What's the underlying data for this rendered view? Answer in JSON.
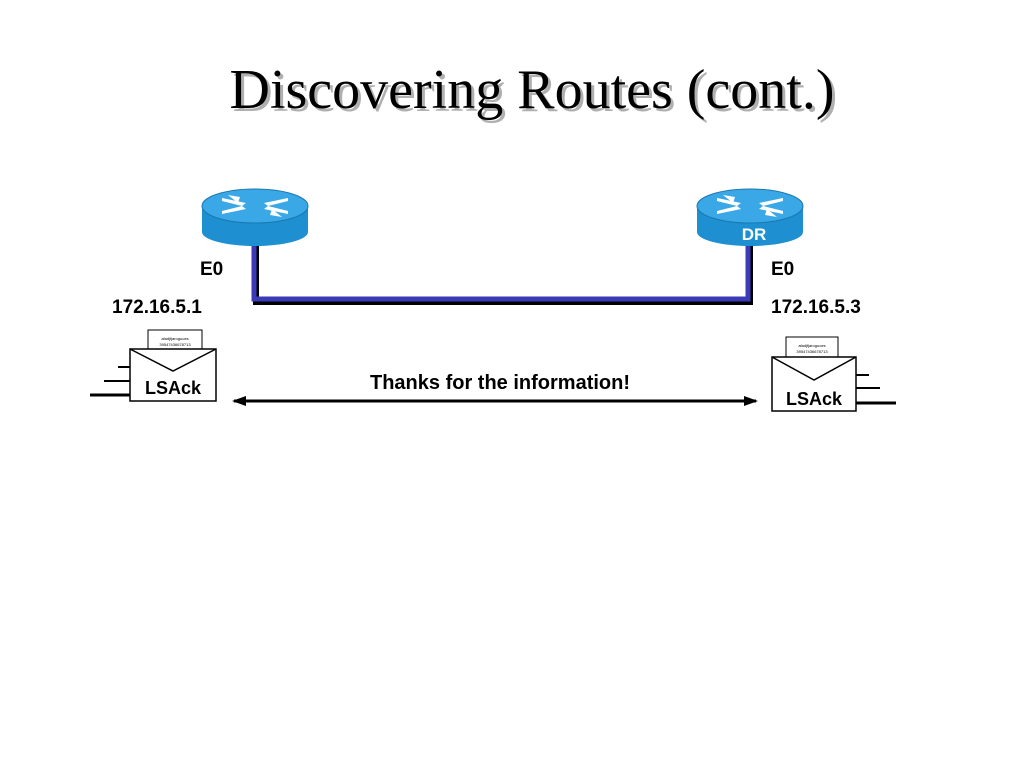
{
  "title": "Discovering Routes (cont.)",
  "left_router": {
    "interface": "E0",
    "ip": "172.16.5.1",
    "packet_label": "LSAck",
    "packet_note_line1": "afadjfjaroguoes",
    "packet_note_line2": "39547436678713"
  },
  "right_router": {
    "role_badge": "DR",
    "interface": "E0",
    "ip": "172.16.5.3",
    "packet_label": "LSAck",
    "packet_note_line1": "afadjfjaroguoes",
    "packet_note_line2": "39547436678713"
  },
  "message": "Thanks for the information!",
  "colors": {
    "router_body": "#1e8fd0",
    "router_top": "#3aa8e6",
    "link": "#3b3bb8"
  }
}
